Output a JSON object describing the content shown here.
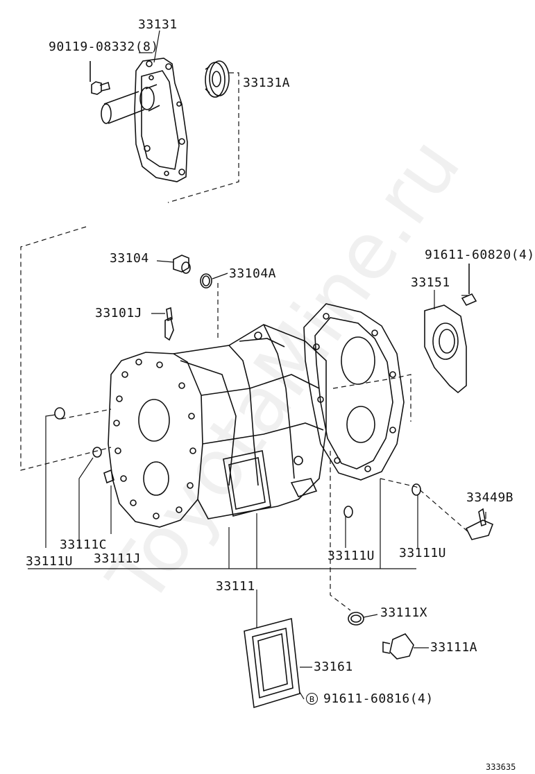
{
  "diagram": {
    "labels": {
      "p33131": "33131",
      "p90119": "90119-08332(8)",
      "p33131A": "33131A",
      "p33104": "33104",
      "p33104A": "33104A",
      "p91611_60820": "91611-60820(4)",
      "p33151": "33151",
      "p33101J": "33101J",
      "p33449B": "33449B",
      "p33111C": "33111C",
      "p33111U_left": "33111U",
      "p33111J": "33111J",
      "p33111U_mid": "33111U",
      "p33111U_right": "33111U",
      "p33111": "33111",
      "p33111X": "33111X",
      "p33111A": "33111A",
      "p33161": "33161",
      "p91611_60816": "91611-60816(4)",
      "b_mark": "B",
      "diagram_id": "333635"
    },
    "watermark": "ToyotaMine.ru"
  }
}
